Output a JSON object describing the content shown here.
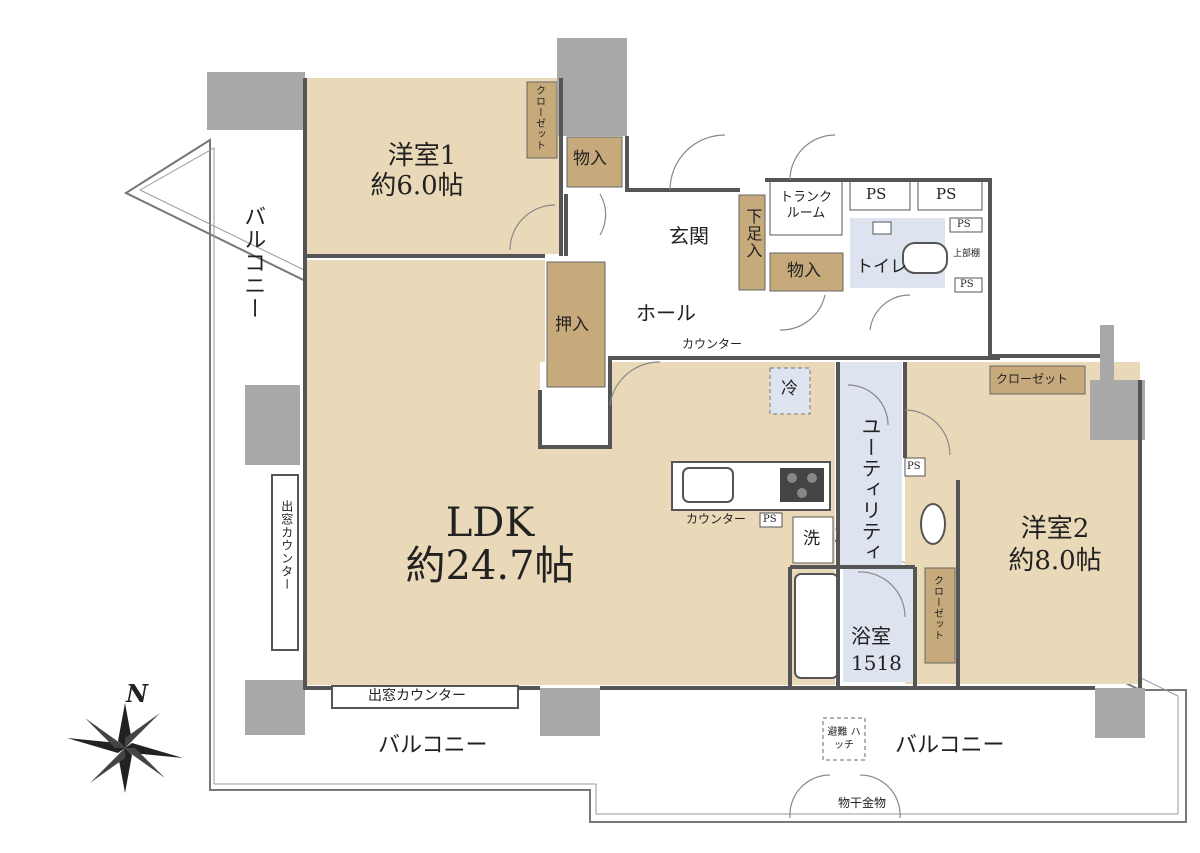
{
  "rooms": {
    "western1": {
      "name": "洋室1",
      "size": "約6.0帖"
    },
    "western2": {
      "name": "洋室2",
      "size": "約8.0帖"
    },
    "ldk": {
      "name": "LDK",
      "size": "約24.7帖"
    },
    "bath": {
      "name": "浴室",
      "size": "1518"
    },
    "entrance": "玄関",
    "hall": "ホール",
    "toilet": "トイレ",
    "utility": "ユーティリティ",
    "trunk_room": "トランク ルーム"
  },
  "storage": {
    "closet_w1": "クローゼット",
    "closet_w2_top": "クローゼット",
    "closet_w2_side": "クローゼット",
    "storage_w1": "物入",
    "storage_toilet": "物入",
    "oshiire": "押入",
    "shoe_box": "下足入",
    "upper_shelf": "上部棚"
  },
  "fixtures": {
    "ps": "PS",
    "fridge": "冷",
    "washer": "洗",
    "counter_hall": "カウンター",
    "counter_kitchen": "カウンター",
    "bay_counter_left": "出窓カウンター",
    "bay_counter_bottom": "出窓カウンター",
    "escape_hatch": "避難 ハッチ",
    "laundry_fitting": "物干金物"
  },
  "balconies": {
    "left": "バルコニー",
    "bottom_left": "バルコニー",
    "bottom_right": "バルコニー"
  },
  "compass": "N",
  "colors": {
    "room_beige": "#ead9b8",
    "storage_brown": "#c7aa7c",
    "wet_blue": "#dde3ef",
    "column_gray": "#a8a8a8",
    "wall": "#555555"
  }
}
